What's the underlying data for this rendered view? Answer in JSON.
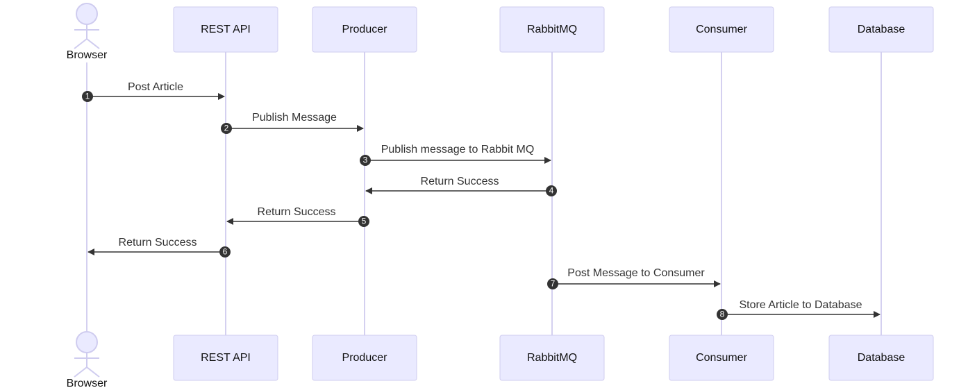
{
  "diagram": {
    "type": "sequence",
    "participants": [
      {
        "id": "browser",
        "label": "Browser",
        "kind": "actor"
      },
      {
        "id": "rest_api",
        "label": "REST API",
        "kind": "box"
      },
      {
        "id": "producer",
        "label": "Producer",
        "kind": "box"
      },
      {
        "id": "rabbitmq",
        "label": "RabbitMQ",
        "kind": "box"
      },
      {
        "id": "consumer",
        "label": "Consumer",
        "kind": "box"
      },
      {
        "id": "database",
        "label": "Database",
        "kind": "box"
      }
    ],
    "messages": [
      {
        "seq": "1",
        "from": "browser",
        "to": "rest_api",
        "label": "Post Article"
      },
      {
        "seq": "2",
        "from": "rest_api",
        "to": "producer",
        "label": "Publish Message"
      },
      {
        "seq": "3",
        "from": "producer",
        "to": "rabbitmq",
        "label": "Publish message to Rabbit MQ"
      },
      {
        "seq": "4",
        "from": "rabbitmq",
        "to": "producer",
        "label": "Return Success"
      },
      {
        "seq": "5",
        "from": "producer",
        "to": "rest_api",
        "label": "Return Success"
      },
      {
        "seq": "6",
        "from": "rest_api",
        "to": "browser",
        "label": "Return Success"
      },
      {
        "seq": "7",
        "from": "rabbitmq",
        "to": "consumer",
        "label": "Post Message to Consumer"
      },
      {
        "seq": "8",
        "from": "consumer",
        "to": "database",
        "label": "Store Article to Database"
      }
    ],
    "colors": {
      "participant_fill": "#eaeaff",
      "participant_stroke": "#cfccef",
      "lifeline": "#d4d0f0",
      "message": "#333333",
      "sequence_marker": "#333333"
    }
  }
}
